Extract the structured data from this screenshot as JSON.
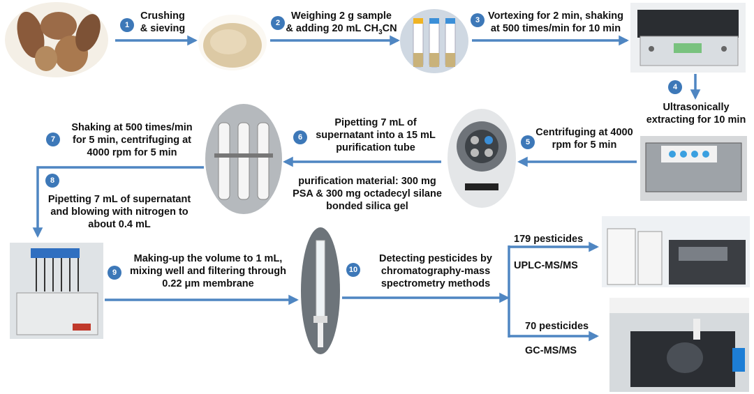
{
  "steps": [
    {
      "num": "1",
      "label": "Crushing\n& sieving"
    },
    {
      "num": "2",
      "label": "Weighing 2 g sample\n& adding 20 mL CH₃CN"
    },
    {
      "num": "3",
      "label": "Vortexing for 2 min, shaking\nat 500 times/min for 10 min"
    },
    {
      "num": "4",
      "label": "Ultrasonically\nextracting for 10 min"
    },
    {
      "num": "5",
      "label": "Centrifuging at 4000\nrpm for 5 min"
    },
    {
      "num": "6",
      "label": "Pipetting 7 mL of\nsupernatant into a 15 mL\npurification tube"
    },
    {
      "num": "7",
      "label": "Shaking at 500 times/min\nfor 5 min, centrifuging at\n4000 rpm for 5 min"
    },
    {
      "num": "8",
      "label": "Pipetting 7 mL of supernatant\nand blowing with nitrogen to\nabout 0.4 mL"
    },
    {
      "num": "9",
      "label": "Making-up the volume to 1 mL,\nmixing well and filtering through\n0.22 μm membrane"
    },
    {
      "num": "10",
      "label": "Detecting pesticides by\nchromatography-mass\nspectrometry methods"
    }
  ],
  "purification_note": "purification material: 300 mg\nPSA & 300 mg octadecyl silane\nbonded silica gel",
  "branches": [
    {
      "count": "179 pesticides",
      "method": "UPLC-MS/MS"
    },
    {
      "count": "70 pesticides",
      "method": "GC-MS/MS"
    }
  ],
  "colors": {
    "arrow": "#4f86c2",
    "badge": "#3d78b8"
  },
  "images": [
    "roots-photo",
    "powder-photo",
    "tubes-rack-photo",
    "shaker-photo",
    "ultrasonic-bath-photo",
    "centrifuge-photo",
    "purification-tubes-photo",
    "nitrogen-evaporator-photo",
    "syringe-filter-photo",
    "uplc-instrument-photo",
    "gcms-instrument-photo"
  ]
}
